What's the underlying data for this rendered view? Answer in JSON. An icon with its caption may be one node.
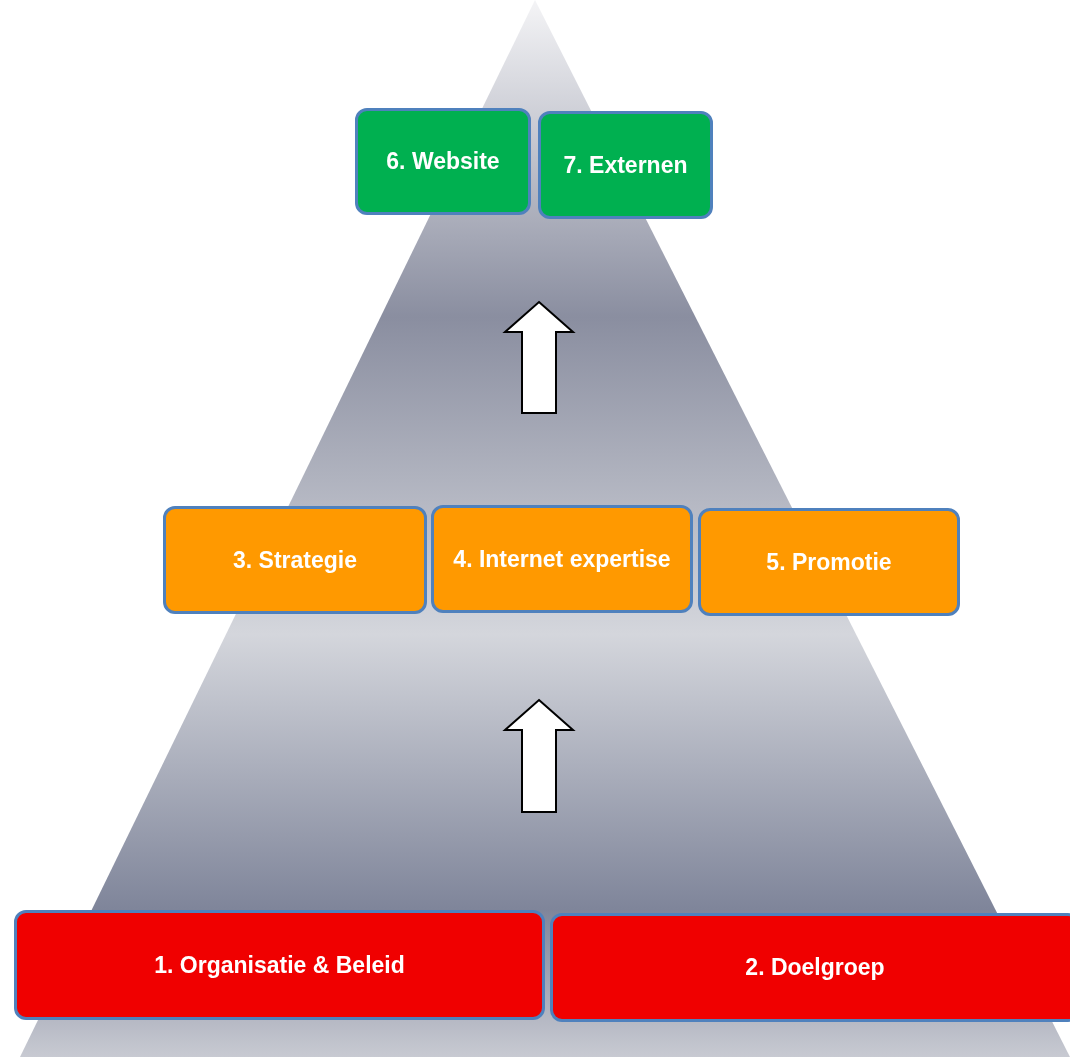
{
  "diagram": {
    "nodes": [
      {
        "text": [
          "1. Organisatie & Beleid"
        ]
      },
      {
        "text": [
          "2. Doelgroep"
        ]
      },
      {
        "text": [
          "3. Strategie"
        ]
      },
      {
        "text": [
          "4. Internet expertise"
        ]
      },
      {
        "text": [
          "5. Promotie"
        ]
      },
      {
        "text": [
          "6. Website"
        ]
      },
      {
        "text": [
          "7. Externen"
        ]
      }
    ]
  }
}
